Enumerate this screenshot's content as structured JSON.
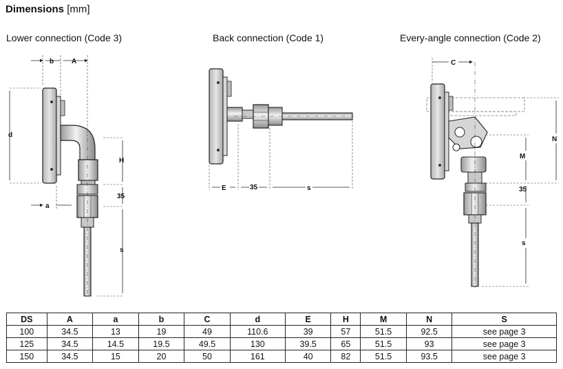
{
  "page": {
    "title": "Dimensions",
    "unit": "[mm]"
  },
  "views": {
    "lower": {
      "title": "Lower connection (Code 3)",
      "labels": {
        "b": "b",
        "A": "A",
        "d": "d",
        "a": "a",
        "H": "H",
        "v35": "35",
        "s": "s"
      }
    },
    "back": {
      "title": "Back connection (Code 1)",
      "labels": {
        "E": "E",
        "v35": "35",
        "s": "s"
      }
    },
    "every": {
      "title": "Every-angle connection (Code 2)",
      "labels": {
        "C": "C",
        "N": "N",
        "M": "M",
        "v35": "35",
        "s": "s"
      }
    }
  },
  "table": {
    "headers": [
      "DS",
      "A",
      "a",
      "b",
      "C",
      "d",
      "E",
      "H",
      "M",
      "N",
      "S"
    ],
    "rows": [
      [
        "100",
        "34.5",
        "13",
        "19",
        "49",
        "110.6",
        "39",
        "57",
        "51.5",
        "92.5",
        "see page 3"
      ],
      [
        "125",
        "34.5",
        "14.5",
        "19.5",
        "49.5",
        "130",
        "39.5",
        "65",
        "51.5",
        "93",
        "see page 3"
      ],
      [
        "150",
        "34.5",
        "15",
        "20",
        "50",
        "161",
        "40",
        "82",
        "51.5",
        "93.5",
        "see page 3"
      ]
    ]
  },
  "colors": {
    "metal": "#cfcfcf",
    "metal_dark": "#8a8a8a",
    "line": "#222222"
  }
}
